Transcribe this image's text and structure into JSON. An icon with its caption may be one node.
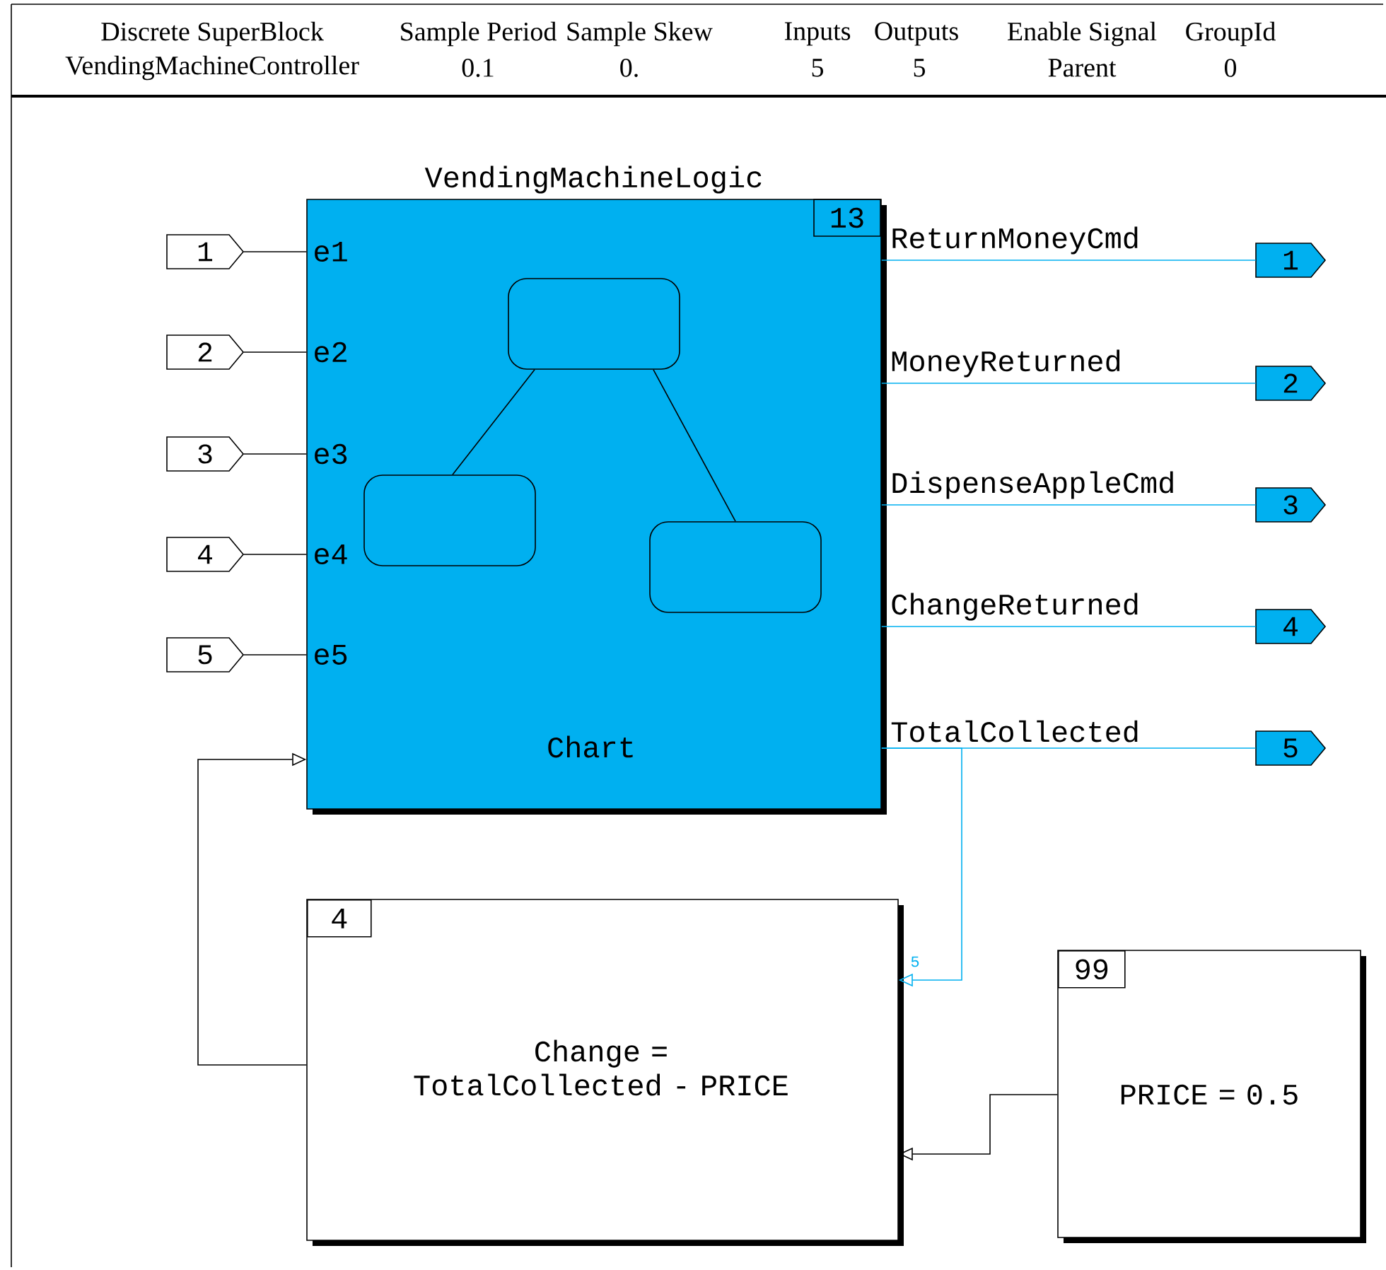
{
  "diagram": {
    "nodes": [
      {
        "text": [
          "VendingMachineLogic",
          "13",
          "Chart"
        ]
      },
      {
        "text": [],
        "shape": "box",
        "in": 0
      },
      {
        "text": [],
        "shape": "box",
        "in": 0
      },
      {
        "text": [],
        "shape": "box",
        "in": 0
      },
      {
        "text": [
          "1"
        ]
      },
      {
        "text": [
          "2"
        ]
      },
      {
        "text": [
          "3"
        ]
      },
      {
        "text": [
          "4"
        ]
      },
      {
        "text": [
          "5"
        ]
      },
      {
        "text": [
          "1"
        ]
      },
      {
        "text": [
          "2"
        ]
      },
      {
        "text": [
          "3"
        ]
      },
      {
        "text": [
          "4"
        ]
      },
      {
        "text": [
          "5"
        ]
      },
      {
        "text": [
          "4",
          "Change = TotalCollected - PRICE"
        ]
      },
      {
        "text": [
          "99",
          "PRICE = 0.5"
        ]
      }
    ],
    "edges": [
      {
        "from": 1,
        "to": 2,
        "arrow": "none"
      },
      {
        "from": 1,
        "to": 3,
        "arrow": "none"
      },
      {
        "from": 4,
        "to": 0,
        "arrow": "none"
      },
      {
        "from": 5,
        "to": 0,
        "arrow": "none"
      },
      {
        "from": 6,
        "to": 0,
        "arrow": "none"
      },
      {
        "from": 7,
        "to": 0,
        "arrow": "none"
      },
      {
        "from": 8,
        "to": 0,
        "arrow": "none"
      },
      {
        "from": 0,
        "to": 9,
        "arrow": "none",
        "label": "ReturnMoneyCmd",
        "color": "#00b0f0"
      },
      {
        "from": 0,
        "to": 10,
        "arrow": "none",
        "label": "MoneyReturned",
        "color": "#00b0f0"
      },
      {
        "from": 0,
        "to": 11,
        "arrow": "none",
        "label": "DispenseAppleCmd",
        "color": "#00b0f0"
      },
      {
        "from": 0,
        "to": 12,
        "arrow": "none",
        "label": "ChangeReturned",
        "color": "#00b0f0"
      },
      {
        "from": 0,
        "to": 13,
        "arrow": "none",
        "label": "TotalCollected",
        "color": "#00b0f0"
      },
      {
        "from": 0,
        "to": 14,
        "arrow": "to",
        "color": "#00b0f0"
      },
      {
        "from": 14,
        "to": 0,
        "arrow": "to"
      },
      {
        "from": 15,
        "to": 14,
        "arrow": "to"
      }
    ],
    "labels": [
      "Discrete SuperBlock",
      "Sample Period",
      "Sample Skew",
      "Inputs",
      "Outputs",
      "Enable Signal",
      "GroupId",
      "VendingMachineController",
      "0.1",
      "0.",
      "5",
      "5",
      "Parent",
      "0",
      "e1",
      "e2",
      "e3",
      "e4",
      "e5",
      "5"
    ]
  }
}
